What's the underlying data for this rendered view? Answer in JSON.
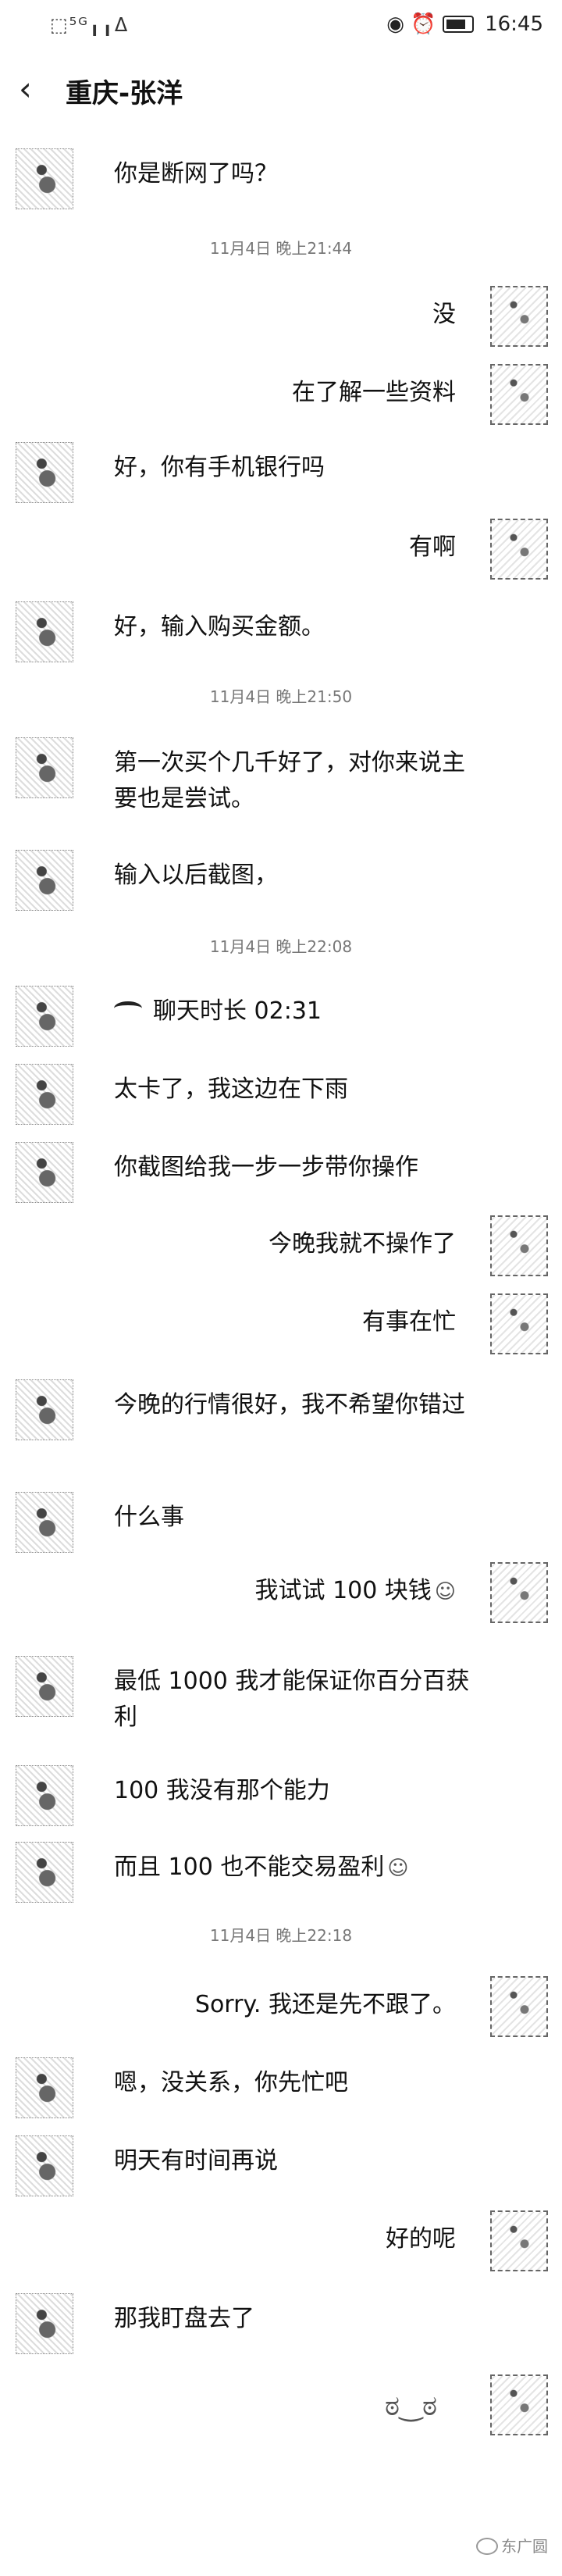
{
  "status_bar": {
    "left": "⬚⁵ᴳ╻╻ᐃ",
    "time": "16:45"
  },
  "header": {
    "title": "重庆-张洋"
  },
  "messages": [
    {
      "text": "你是断网了吗？"
    },
    {
      "time": "11月4日 晚上21:44"
    },
    {
      "text": "没"
    },
    {
      "text": "在了解一些资料"
    },
    {
      "text": "好，你有手机银行吗"
    },
    {
      "text": "有啊"
    },
    {
      "text": "好，输入购买金额。"
    },
    {
      "time": "11月4日 晚上21:50"
    },
    {
      "text": "第一次买个几千好了，对你来说主要也是尝试。"
    },
    {
      "text": "输入以后截图，"
    },
    {
      "time": "11月4日 晚上22:08"
    },
    {
      "text": "聊天时长 02:31"
    },
    {
      "text": "太卡了，我这边在下雨"
    },
    {
      "text": "你截图给我一步一步带你操作"
    },
    {
      "text": "今晚我就不操作了"
    },
    {
      "text": "有事在忙"
    },
    {
      "text": "今晚的行情很好，我不希望你错过"
    },
    {
      "text": "什么事"
    },
    {
      "text": "我试试 100 块钱"
    },
    {
      "text": "最低 1000 我才能保证你百分百获利"
    },
    {
      "text": "100 我没有那个能力"
    },
    {
      "text": "而且 100 也不能交易盈利"
    },
    {
      "time": "11月4日 晚上22:18"
    },
    {
      "text": "Sorry. 我还是先不跟了。"
    },
    {
      "text": "嗯，没关系，你先忙吧"
    },
    {
      "text": "明天有时间再说"
    },
    {
      "text": "好的呢"
    },
    {
      "text": "那我盯盘去了"
    }
  ],
  "watermark": "东广圆"
}
